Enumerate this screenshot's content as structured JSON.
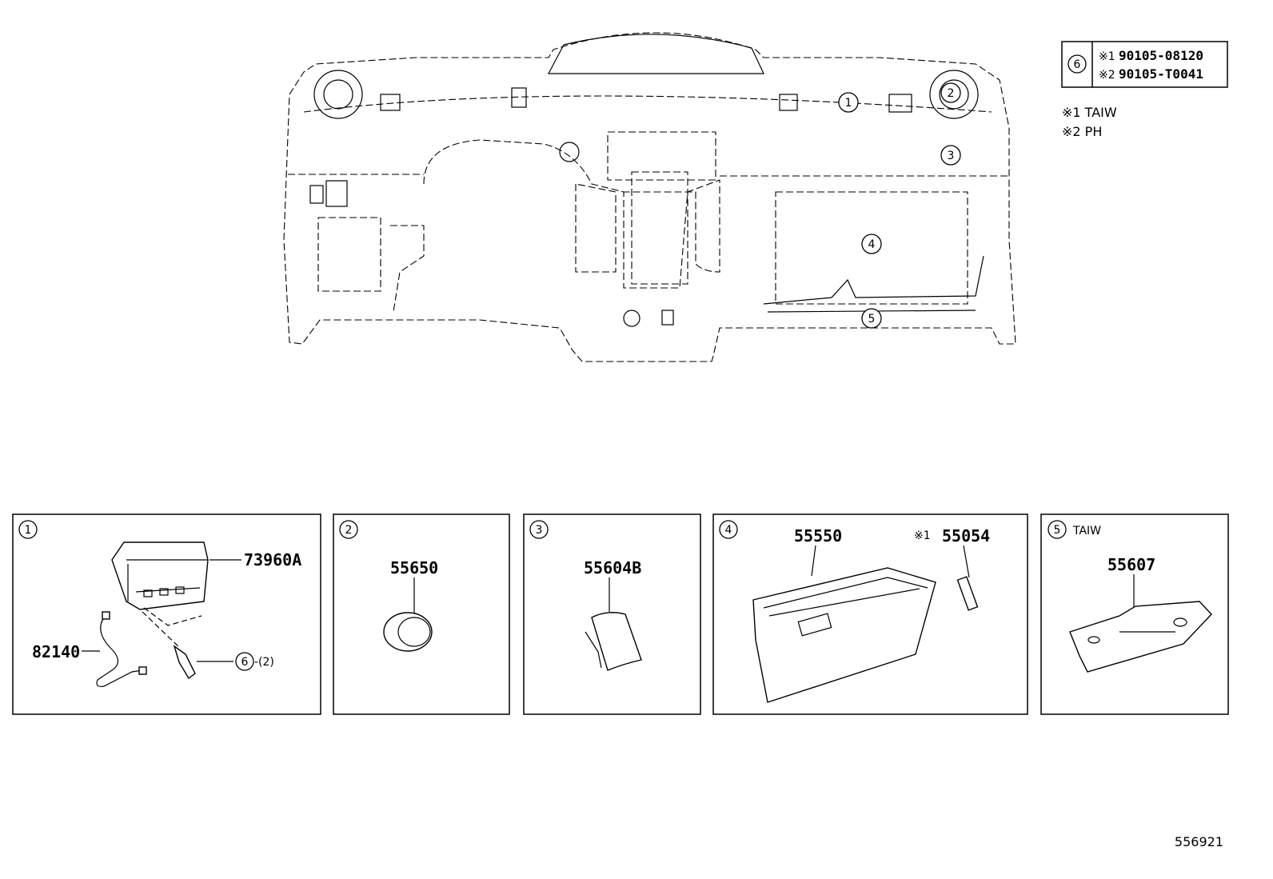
{
  "callouts": {
    "c1": "1",
    "c2": "2",
    "c3": "3",
    "c4": "4",
    "c5": "5",
    "c6": "6"
  },
  "legend": {
    "item_no": "6",
    "line1_mark": "※1",
    "line1_part": "90105-08120",
    "line2_mark": "※2",
    "line2_part": "90105-T0041"
  },
  "notes": {
    "note1": "※1 TAIW",
    "note2": "※2 PH"
  },
  "panels": [
    {
      "id": "1",
      "parts": {
        "airbag": "73960A",
        "wire": "82140",
        "bolt_ref": "6",
        "bolt_qty": "-(2)"
      }
    },
    {
      "id": "2",
      "parts": {
        "register": "55650"
      }
    },
    {
      "id": "3",
      "parts": {
        "cover": "55604B"
      }
    },
    {
      "id": "4",
      "parts": {
        "glovebox": "55550",
        "lamp_mark": "※1",
        "lamp": "55054"
      }
    },
    {
      "id": "5",
      "suffix": "TAIW",
      "parts": {
        "bracket": "55607"
      }
    }
  ],
  "diagram_number": "556921"
}
